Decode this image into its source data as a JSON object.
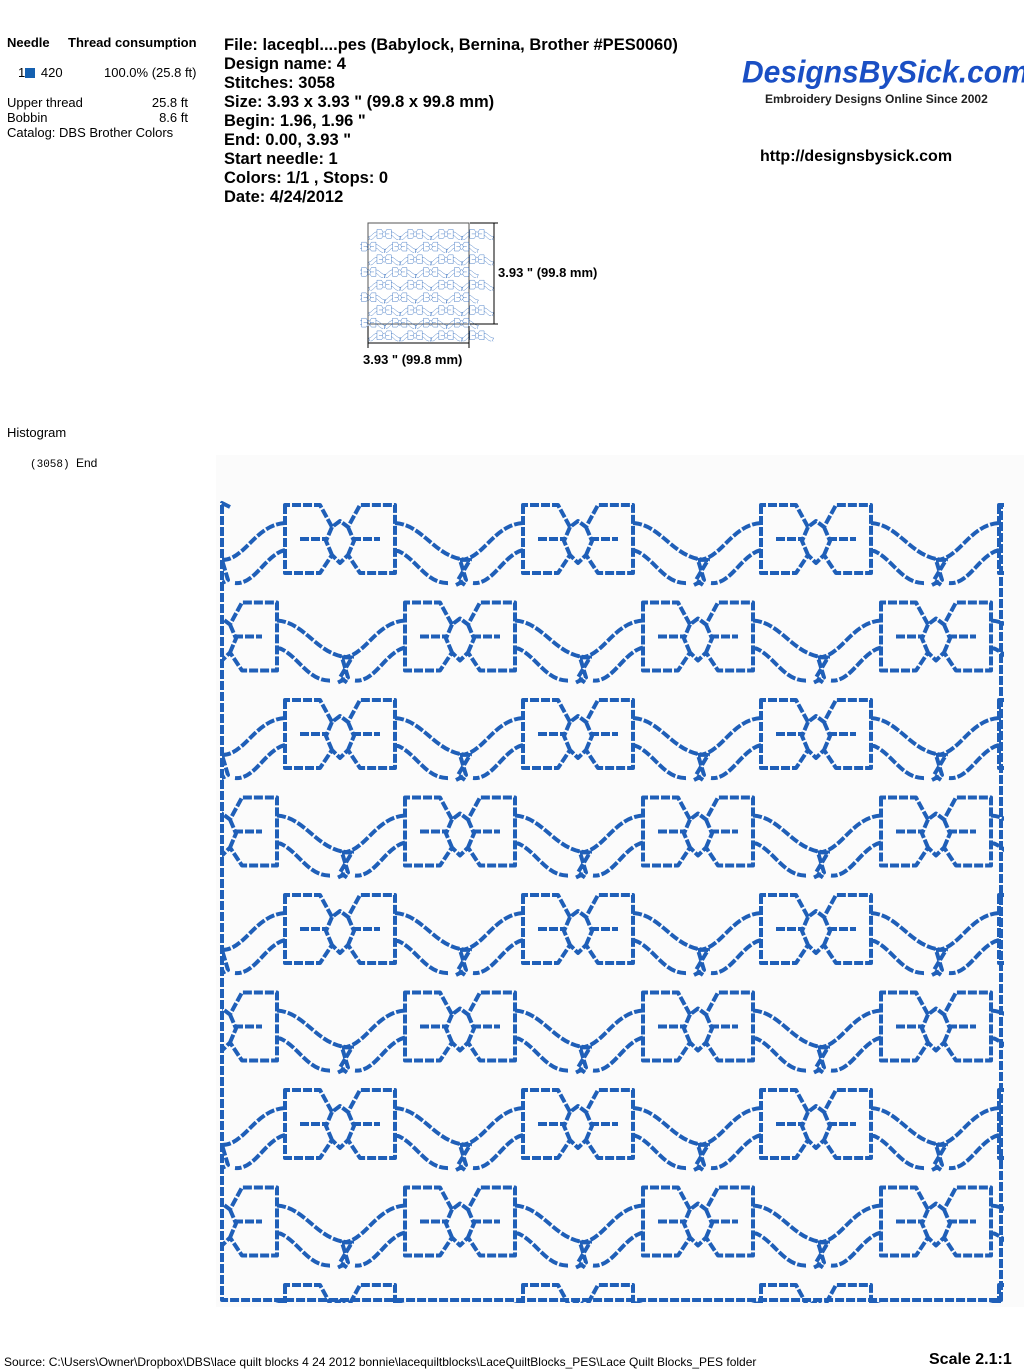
{
  "thread_table": {
    "needle_header": "Needle",
    "consumption_header": "Thread consumption",
    "rows": [
      {
        "needle": "1",
        "color_code": "420",
        "consumption": "100.0% (25.8 ft)",
        "color": "#1560b0"
      }
    ],
    "upper_thread_label": "Upper thread",
    "upper_thread_value": "25.8 ft",
    "bobbin_label": "Bobbin",
    "bobbin_value": "8.6 ft",
    "catalog": "Catalog: DBS Brother Colors"
  },
  "info": {
    "file": "File: laceqbl....pes  (Babylock, Bernina, Brother #PES0060)",
    "design_name": "Design name: 4",
    "stitches": "Stitches: 3058",
    "size": "Size: 3.93 x 3.93 \" (99.8 x 99.8 mm)",
    "begin": "Begin: 1.96, 1.96 \"",
    "end": "End: 0.00, 3.93 \"",
    "start_needle": "Start needle: 1",
    "colors": "Colors: 1/1 , Stops: 0",
    "date": "Date: 4/24/2012"
  },
  "brand": {
    "logo": "DesignsBySick.com",
    "tagline": "Embroidery Designs Online Since 2002",
    "url": "http://designsbysick.com",
    "color": "#1a4fc4"
  },
  "thumbnail": {
    "height_label": "3.93 \" (99.8 mm)",
    "width_label": "3.93 \" (99.8 mm)"
  },
  "histogram": {
    "title": "Histogram",
    "entries": [
      {
        "count": "(3058)",
        "label": "End"
      }
    ]
  },
  "footer": {
    "source": "Source: C:\\Users\\Owner\\Dropbox\\DBS\\lace quilt blocks  4 24 2012  bonnie\\lacequiltblocks\\LaceQuiltBlocks_PES\\Lace Quilt Blocks_PES folder",
    "scale": "Scale 2.1:1"
  },
  "stitch_color": "#1f5fb8"
}
